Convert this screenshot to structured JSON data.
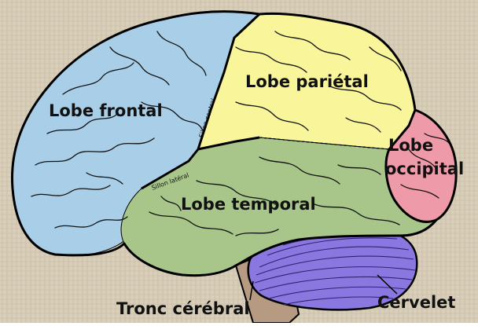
{
  "labels": {
    "frontal": "Lobe frontal",
    "parietal": "Lobe pariétal",
    "occipital_1": "Lobe",
    "occipital_2": "occipital",
    "temporal": "Lobe temporal",
    "brainstem": "Tronc cérébral",
    "cerebellum": "Cervelet",
    "central_sulcus": "Sillon central",
    "lateral_sulcus": "Sillon latéral"
  },
  "colors": {
    "background": "#d8ceba",
    "frontal": "#a9cfe8",
    "parietal": "#f8f59a",
    "occipital": "#ef9aa8",
    "temporal": "#a8c68a",
    "cerebellum": "#8a78e0",
    "brainstem": "#b79a82"
  }
}
